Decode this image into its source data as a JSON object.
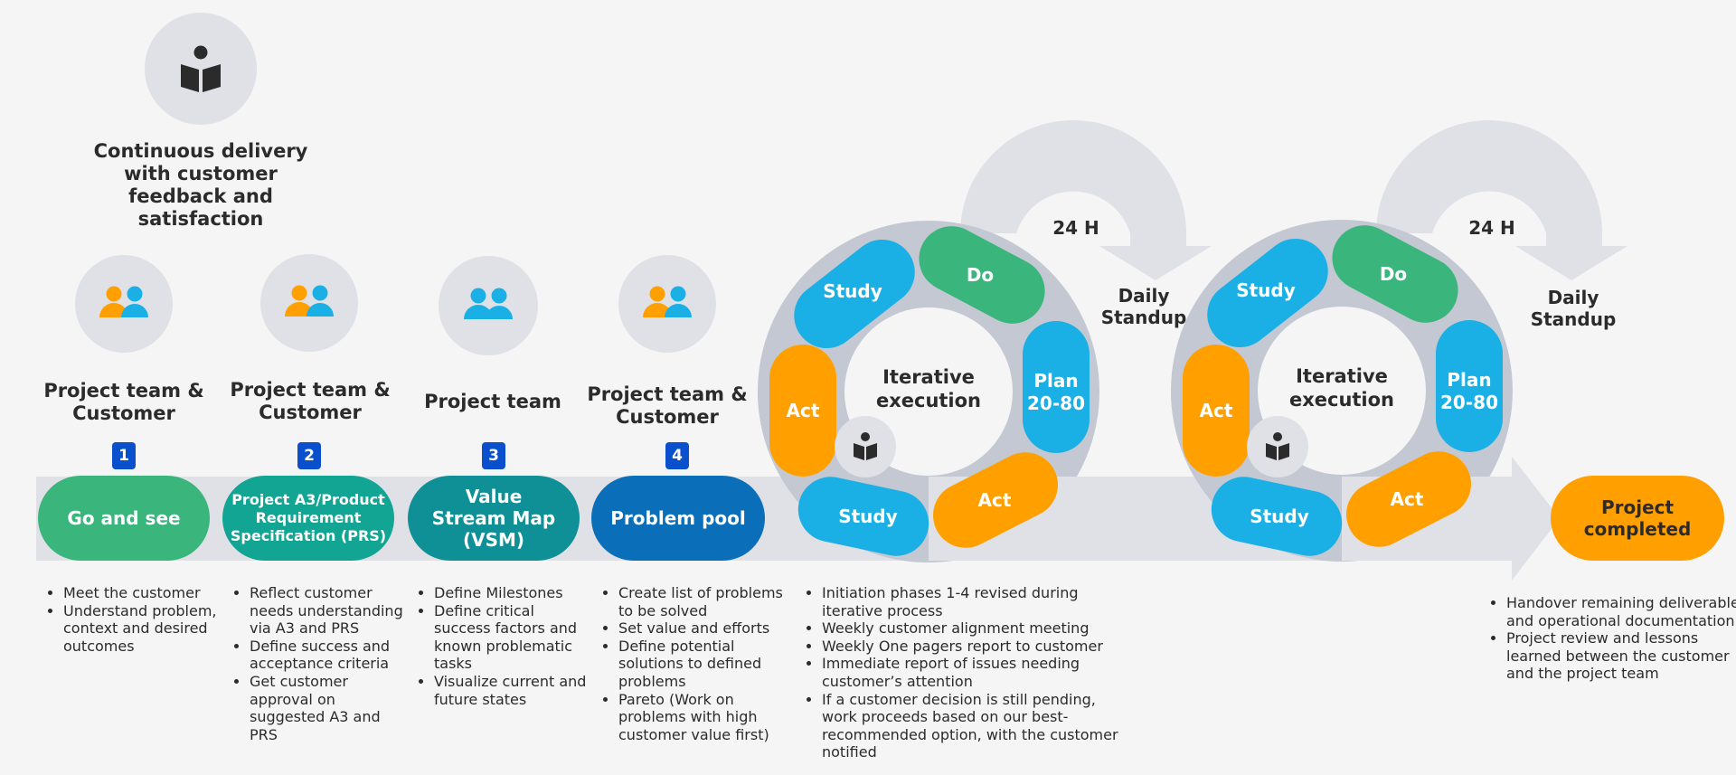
{
  "top": {
    "title": "Continuous delivery with customer feedback and satisfaction"
  },
  "steps": [
    {
      "heading": "Project team & Customer",
      "number": "1",
      "label": "Go and see",
      "color": "#3ab57c",
      "bullets": [
        "Meet the customer",
        "Understand problem, context and desired outcomes"
      ]
    },
    {
      "heading": "Project team & Customer",
      "number": "2",
      "label": "Project A3/Product Requirement Specification (PRS)",
      "color": "#12a594",
      "bullets": [
        "Reflect customer needs understanding via A3 and PRS",
        "Define success and acceptance criteria",
        "Get customer approval on suggested A3 and PRS"
      ]
    },
    {
      "heading": "Project team",
      "number": "3",
      "label": "Value Stream Map (VSM)",
      "color": "#0f9097",
      "bullets": [
        "Define Milestones",
        "Define critical success factors and known problematic tasks",
        "Visualize current and future states"
      ]
    },
    {
      "heading": "Project team & Customer",
      "number": "4",
      "label": "Problem pool",
      "color": "#0a6fb8",
      "bullets": [
        "Create list of problems to be solved",
        "Set value and efforts",
        "Define potential solutions to defined problems",
        "Pareto (Work on problems with high customer value first)"
      ]
    }
  ],
  "cycles": [
    {
      "center": "Iterative execution",
      "segments": {
        "study_top": "Study",
        "do": "Do",
        "plan": "Plan 20-80",
        "act_left": "Act",
        "study_bottom": "Study",
        "act_bottom": "Act"
      },
      "loop_label": "24 H",
      "standup": "Daily Standup"
    },
    {
      "center": "Iterative execution",
      "segments": {
        "study_top": "Study",
        "do": "Do",
        "plan": "Plan 20-80",
        "act_left": "Act",
        "study_bottom": "Study",
        "act_bottom": "Act"
      },
      "loop_label": "24 H",
      "standup": "Daily Standup"
    }
  ],
  "iteration_bullets": [
    "Initiation phases 1-4 revised during iterative process",
    "Weekly customer alignment meeting",
    "Weekly One pagers report to customer",
    "Immediate report of issues needing customer’s attention",
    "If a customer decision is still pending, work proceeds based on our best-recommended option, with the customer notified"
  ],
  "final": {
    "label": "Project completed",
    "color": "#ffa000",
    "bullets": [
      "Handover remaining deliverables and operational documentation",
      "Project review and lessons learned between the customer and the project team"
    ]
  },
  "colors": {
    "blue": "#1ab0e6",
    "green": "#3ab57c",
    "orange": "#ffa000",
    "ring": "#c3c8d2",
    "band": "#dfe1e6",
    "badge": "#0a4fcc",
    "icon_person_orange": "#ffa000",
    "icon_person_blue": "#1ab0e6"
  }
}
